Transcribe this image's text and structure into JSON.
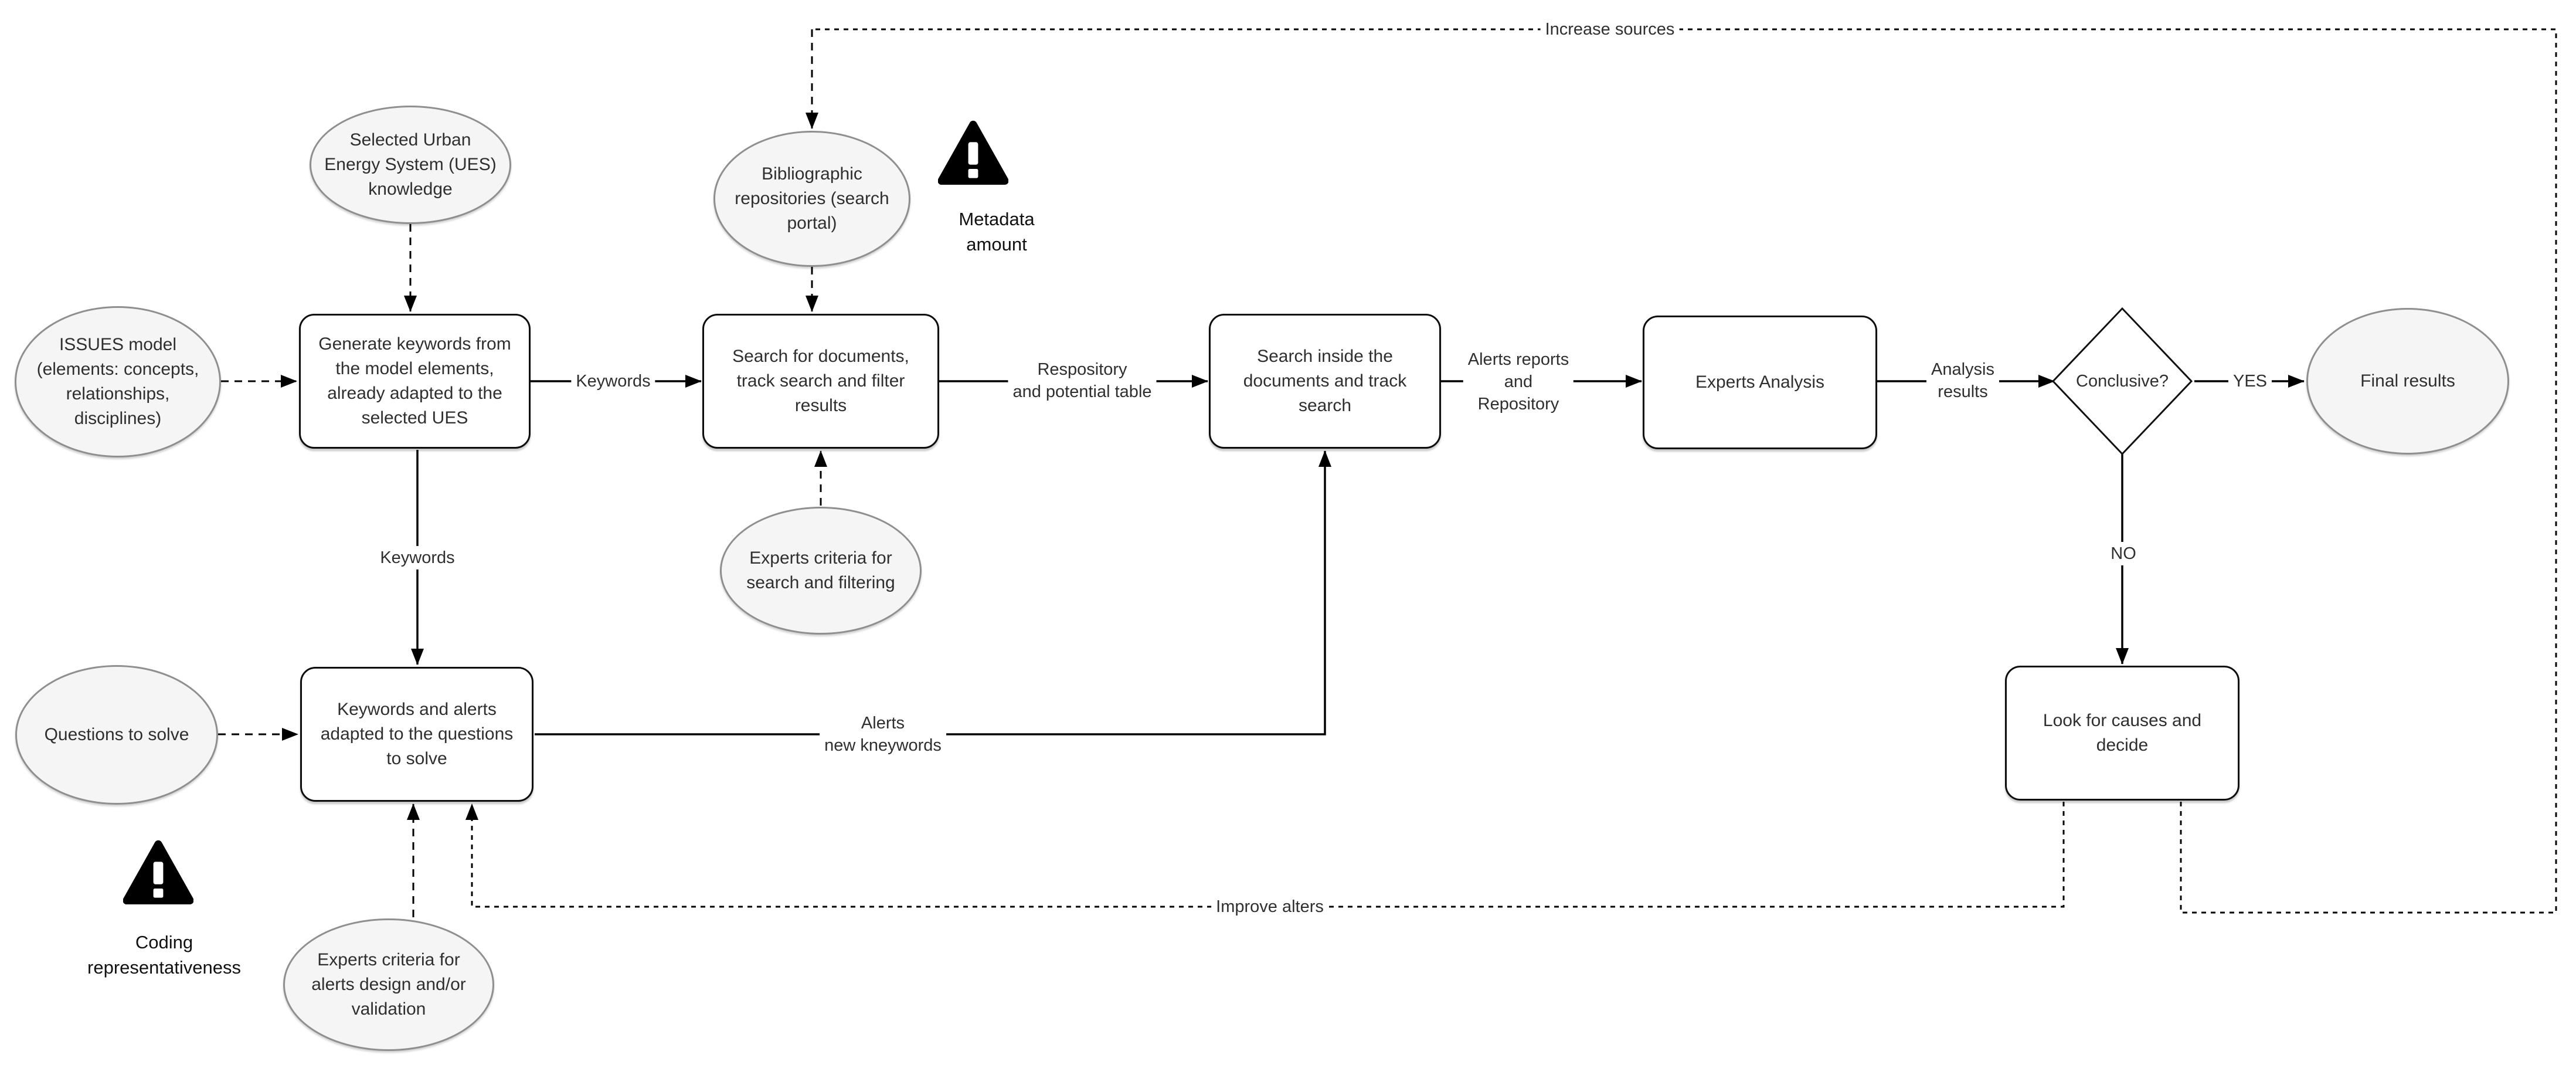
{
  "nodes": {
    "selected_ues": {
      "label": "Selected Urban\nEnergy System (UES)\nknowledge"
    },
    "issues_model": {
      "label": "ISSUES model\n(elements: concepts,\nrelationships,\ndisciplines)"
    },
    "generate_keywords": {
      "label": "Generate keywords from\nthe model elements,\nalready adapted to the\nselected UES"
    },
    "bibliographic": {
      "label": "Bibliographic\nrepositories (search\nportal)"
    },
    "search_documents": {
      "label": "Search for documents,\ntrack search and filter\nresults"
    },
    "experts_criteria_search": {
      "label": "Experts criteria for\nsearch and filtering"
    },
    "search_inside": {
      "label": "Search inside the\ndocuments and track\nsearch"
    },
    "experts_analysis": {
      "label": "Experts Analysis"
    },
    "conclusive": {
      "label": "Conclusive?"
    },
    "final_results": {
      "label": "Final results"
    },
    "questions": {
      "label": "Questions to solve"
    },
    "keywords_alerts": {
      "label": "Keywords and alerts\nadapted to the questions\nto solve"
    },
    "experts_criteria_alerts": {
      "label": "Experts criteria for\nalerts design and/or\nvalidation"
    },
    "look_for_causes": {
      "label": "Look for causes and\ndecide"
    }
  },
  "edge_labels": {
    "keywords_h": "Keywords",
    "keywords_v": "Keywords",
    "respository": "Respository\nand potential table",
    "alerts_reports": "Alerts reports\nand\nRepository",
    "analysis_results": "Analysis\nresults",
    "yes": "YES",
    "no": "NO",
    "alerts_new": "Alerts\nnew kneywords",
    "improve_alters": "Improve alters",
    "increase_sources": "Increase sources"
  },
  "warnings": {
    "metadata": {
      "label": "Metadata\namount"
    },
    "coding": {
      "label": "Coding\nrepresentativeness"
    }
  },
  "colors": {
    "ellipse_fill": "#f5f5f5",
    "ellipse_border": "#8f8f8f",
    "box_border": "#0d0d0d",
    "line": "#000000",
    "text": "#2f2f2f",
    "warning_icon": "#000000"
  }
}
